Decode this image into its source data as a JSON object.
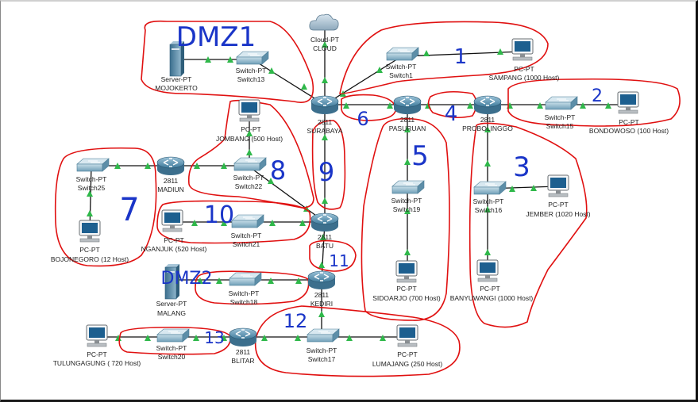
{
  "devices": {
    "cloud": {
      "type": "Cloud-PT",
      "name": "CLOUD"
    },
    "r_surabaya": {
      "type": "2811",
      "name": "SURABAYA"
    },
    "r_pasuruan": {
      "type": "2811",
      "name": "PASURUAN"
    },
    "r_probolinggo": {
      "type": "2811",
      "name": "PROBOLINGGO"
    },
    "r_madiun": {
      "type": "2811",
      "name": "MADIUN"
    },
    "r_batu": {
      "type": "2811",
      "name": "BATU"
    },
    "r_kediri": {
      "type": "2811",
      "name": "KEDIRI"
    },
    "r_blitar": {
      "type": "2811",
      "name": "BLITAR"
    },
    "sw13": {
      "type": "Switch-PT",
      "name": "Switch13"
    },
    "sw1": {
      "type": "Switch-PT",
      "name": "Switch1"
    },
    "sw15": {
      "type": "Switch-PT",
      "name": "Switch15"
    },
    "sw25": {
      "type": "Switch-PT",
      "name": "Switch25"
    },
    "sw22": {
      "type": "Switch-PT",
      "name": "Switch22"
    },
    "sw21": {
      "type": "Switch-PT",
      "name": "Switch21"
    },
    "sw19": {
      "type": "Switch-PT",
      "name": "Switch19"
    },
    "sw16": {
      "type": "Switch-PT",
      "name": "Switch16"
    },
    "sw18": {
      "type": "Switch-PT",
      "name": "Switch18"
    },
    "sw20": {
      "type": "Switch-PT",
      "name": "Switch20"
    },
    "sw17": {
      "type": "Switch-PT",
      "name": "Switch17"
    },
    "srv_mojokerto": {
      "type": "Server-PT",
      "name": "MOJOKERTO"
    },
    "srv_malang": {
      "type": "Server-PT",
      "name": "MALANG"
    },
    "pc_sampang": {
      "type": "PC-PT",
      "name": "SAMPANG (1000 Host)"
    },
    "pc_bondowoso": {
      "type": "PC-PT",
      "name": "BONDOWOSO (100 Host)"
    },
    "pc_jombang": {
      "type": "PC-PT",
      "name": "JOMBANG (500 Host)"
    },
    "pc_bojonegoro": {
      "type": "PC-PT",
      "name": "BOJONEGORO (12 Host)"
    },
    "pc_nganjuk": {
      "type": "PC-PT",
      "name": "NGANJUK (520 Host)"
    },
    "pc_sidoarjo": {
      "type": "PC-PT",
      "name": "SIDOARJO (700 Host)"
    },
    "pc_jember": {
      "type": "PC-PT",
      "name": "JEMBER (1020 Host)"
    },
    "pc_banyuwangi": {
      "type": "PC-PT",
      "name": "BANYUWANGI (1000 Host)"
    },
    "pc_tulungagung": {
      "type": "PC-PT",
      "name": "TULUNGAGUNG ( 720 Host)"
    },
    "pc_lumajang": {
      "type": "PC-PT",
      "name": "LUMAJANG (250 Host)"
    }
  },
  "annotations": {
    "dmz1": "DMZ1",
    "n1": "1",
    "n2": "2",
    "n3": "3",
    "n4": "4",
    "n5": "5",
    "n6": "6",
    "n7": "7",
    "n8": "8",
    "n9": "9",
    "n10": "10",
    "n11": "11",
    "dmz2": "DMZ2",
    "n12": "12",
    "n13": "13"
  },
  "colors": {
    "ink": "#1a35c8",
    "zone": "#e01010",
    "link": "#111111",
    "port": "#2fb84a"
  }
}
